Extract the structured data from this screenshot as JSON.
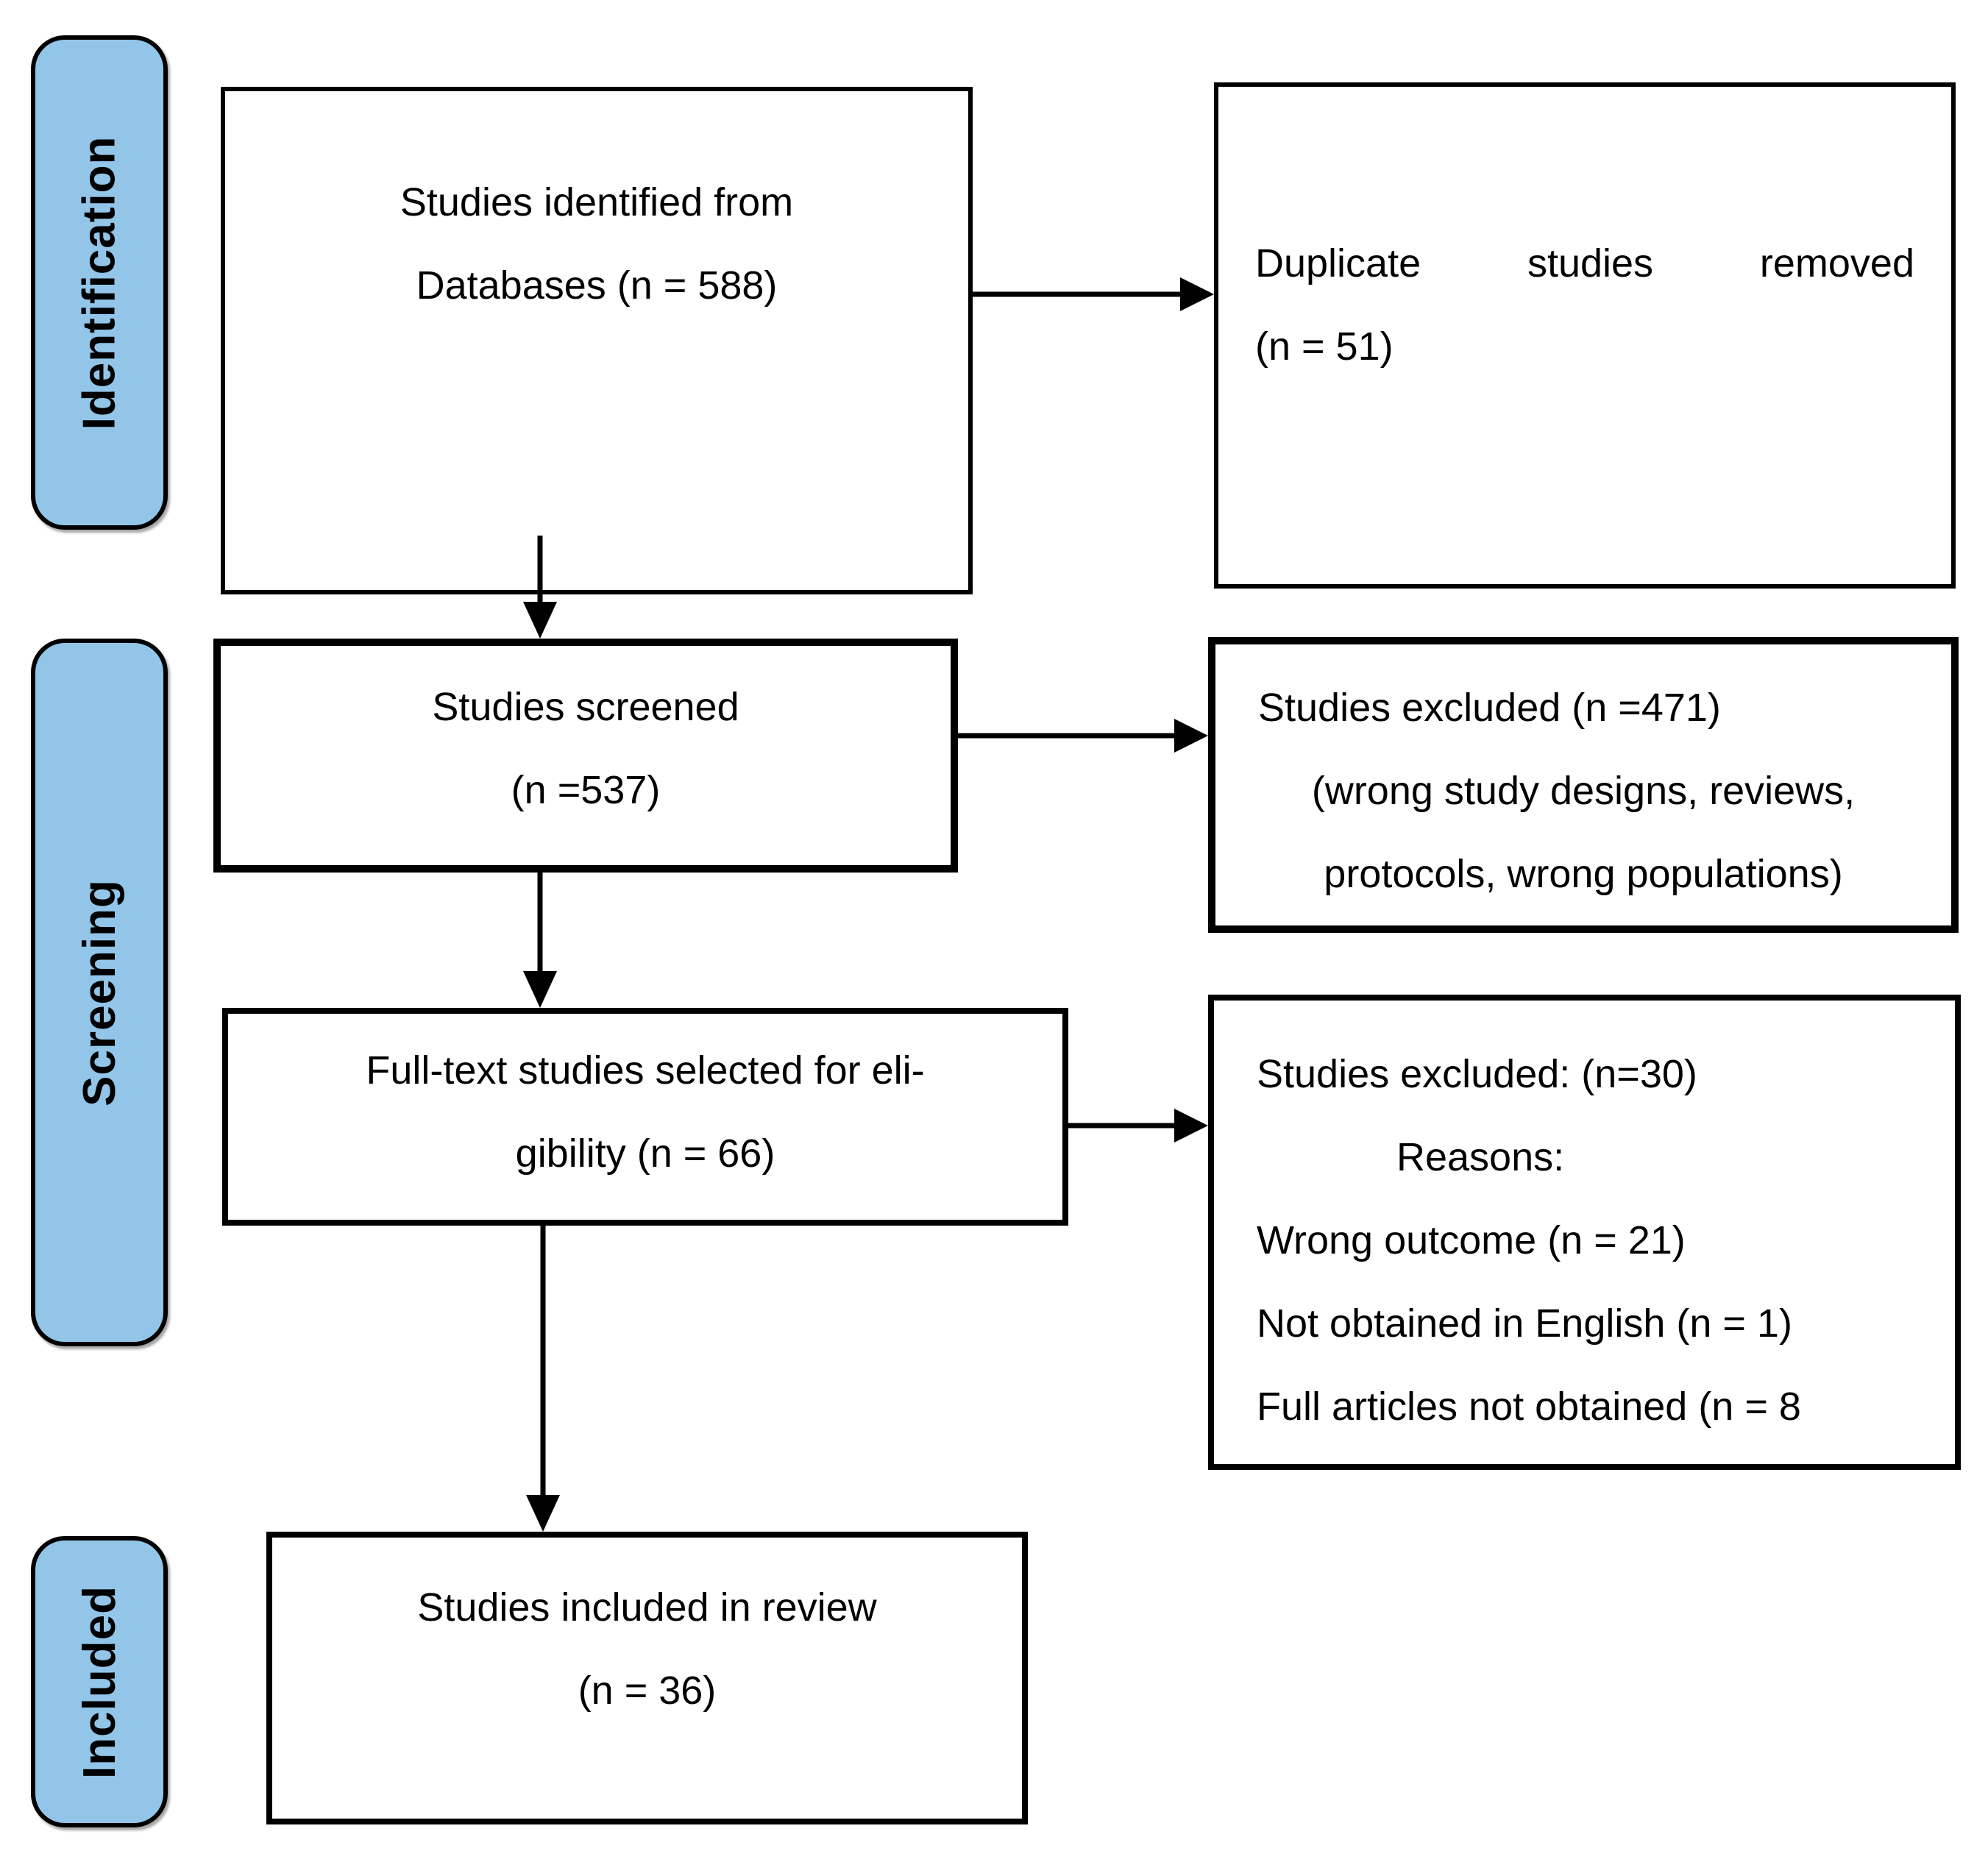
{
  "stages": [
    {
      "label": "Identification"
    },
    {
      "label": "Screening"
    },
    {
      "label": "Included"
    }
  ],
  "boxes": {
    "identified": {
      "lines": [
        "Studies identified from",
        "Databases (n = 588)"
      ]
    },
    "duplicates_removed": {
      "lines": [
        "Duplicate studies removed",
        "(n = 51)"
      ]
    },
    "screened": {
      "lines": [
        "Studies screened",
        "(n =537)"
      ]
    },
    "excluded_screening": {
      "lines": [
        "Studies excluded (n =471)",
        "(wrong study designs, reviews,",
        "protocols, wrong populations)"
      ]
    },
    "fulltext_eligibility": {
      "lines": [
        "Full-text studies selected for eli-",
        "gibility (n = 66)"
      ]
    },
    "excluded_fulltext": {
      "lines": [
        "Studies excluded: (n=30)",
        "Reasons:",
        "Wrong outcome (n = 21)",
        "Not obtained in English (n = 1)",
        "Full articles not obtained (n = 8"
      ]
    },
    "included_review": {
      "lines": [
        "Studies included in review",
        "(n = 36)"
      ]
    }
  },
  "colors": {
    "stage_fill": "#92C5E8",
    "outline": "#000000",
    "background": "#FFFFFF"
  }
}
